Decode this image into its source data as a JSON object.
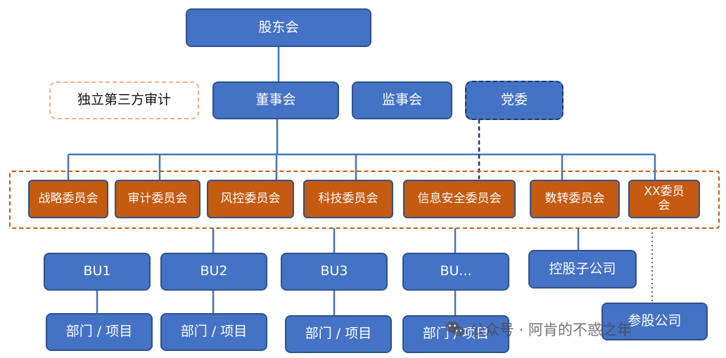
{
  "colors": {
    "node_blue": "#4472c4",
    "node_border": "#2f528f",
    "committee_orange": "#c55a11",
    "line": "#4472c4"
  },
  "top": {
    "shareholders": "股东会",
    "independent_audit": "独立第三方审计",
    "board": "董事会",
    "supervisors": "监事会",
    "party_committee": "党委"
  },
  "committees": [
    "战略委员会",
    "审计委员会",
    "风控委员会",
    "科技委员会",
    "信息安全委员会",
    "数转委员会",
    "XX委员会"
  ],
  "business_units": [
    "BU1",
    "BU2",
    "BU3",
    "BU..."
  ],
  "departments_label": "部门 / 项目",
  "subsidiaries": {
    "controlled": "控股子公司",
    "invested": "参股公司"
  },
  "watermark": {
    "icon": "wechat-icon",
    "text": "公众号 · 阿肯的不惑之年"
  }
}
